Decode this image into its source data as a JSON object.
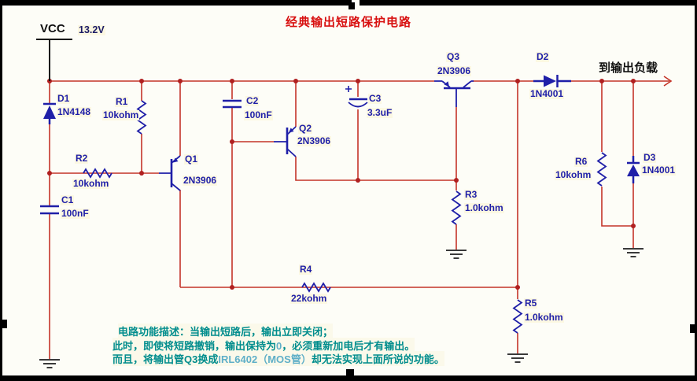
{
  "title": "经典输出短路保护电路",
  "power": {
    "net": "VCC",
    "voltage": "13.2V"
  },
  "output_label": "到输出负载",
  "components": {
    "d1": {
      "ref": "D1",
      "value": "1N4148"
    },
    "r1": {
      "ref": "R1",
      "value": "10kohm"
    },
    "r2": {
      "ref": "R2",
      "value": "10kohm"
    },
    "c1": {
      "ref": "C1",
      "value": "100nF"
    },
    "q1": {
      "ref": "Q1",
      "value": "2N3906"
    },
    "c2": {
      "ref": "C2",
      "value": "100nF"
    },
    "q2": {
      "ref": "Q2",
      "value": "2N3906"
    },
    "c3": {
      "ref": "C3",
      "value": "3.3uF"
    },
    "q3": {
      "ref": "Q3",
      "value": "2N3906"
    },
    "r3": {
      "ref": "R3",
      "value": "1.0kohm"
    },
    "r4": {
      "ref": "R4",
      "value": "22kohm"
    },
    "r5": {
      "ref": "R5",
      "value": "1.0kohm"
    },
    "d2": {
      "ref": "D2",
      "value": "1N4001"
    },
    "r6": {
      "ref": "R6",
      "value": "10kohm"
    },
    "d3": {
      "ref": "D3",
      "value": "1N4001"
    }
  },
  "description": {
    "line1": [
      {
        "text": "电路功能描述：当输出短路后，输出立即关闭；",
        "tone": "teal"
      }
    ],
    "line2": [
      {
        "text": "此时，即使将短路撤销，输出保持为",
        "tone": "teal"
      },
      {
        "text": "0",
        "tone": "light"
      },
      {
        "text": "，必须重新加电后才有输出。",
        "tone": "teal"
      }
    ],
    "line3": [
      {
        "text": "而且，将输出管Q3换成",
        "tone": "teal"
      },
      {
        "text": "IRL6402（MOS管）",
        "tone": "light"
      },
      {
        "text": "却无法实现上面所说的功能。",
        "tone": "teal"
      }
    ]
  },
  "colors": {
    "wire_red": "#c43428",
    "junction_dot": "#b02020",
    "symbol_navy": "#1f1fa8",
    "label_navy": "#1f1fa8",
    "title_red": "#d81010",
    "description_teal": "#008d8d",
    "description_highlight": "#5fafc8",
    "ground_gray": "#3a3a3a",
    "frame_black": "#000000"
  }
}
